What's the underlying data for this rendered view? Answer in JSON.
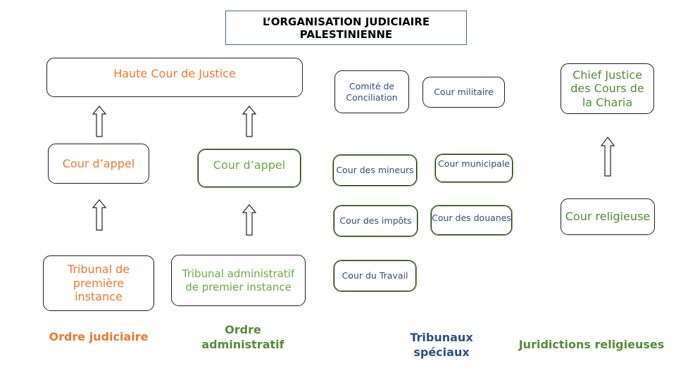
{
  "title": "L’ORGANISATION JUDICIAIRE PALESTINIENNE",
  "judiciaire": {
    "haute_cour": "Haute Cour de Justice",
    "cour_appel": "Cour d’appel",
    "tribunal": "Tribunal de première instance",
    "label": "Ordre judiciaire"
  },
  "administratif": {
    "cour_appel": "Cour d’appel",
    "tribunal": "Tribunal administratif de premier instance",
    "label": "Ordre administratif"
  },
  "speciaux": {
    "comite": "Comité de Conciliation",
    "militaire": "Cour militaire",
    "mineurs": "Cour des mineurs",
    "municipale": "Cour municipale",
    "impots": "Cour des impôts",
    "douanes": "Cour des douanes",
    "travail": "Cour du Travail",
    "label": "Tribunaux spéciaux"
  },
  "religieuses": {
    "chief": "Chief Justice des Cours de la Charia",
    "cour": "Cour religieuse",
    "label": "Juridictions religieuses"
  },
  "colors": {
    "orange": "#ea7a32",
    "green": "#6fa94a",
    "dark_green": "#568a3a",
    "blue": "#2f4e7e"
  }
}
